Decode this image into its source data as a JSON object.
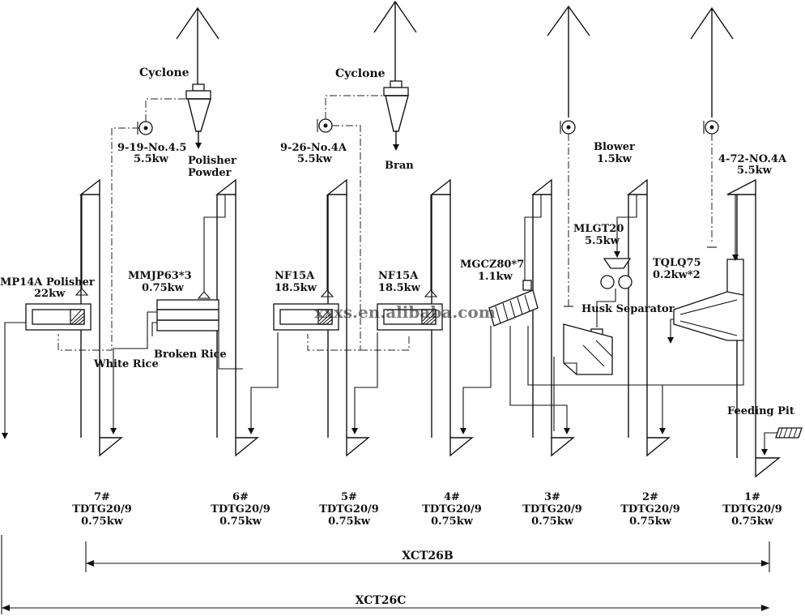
{
  "labels": {
    "cyclone_left": "Cyclone",
    "cyclone_mid": "Cyclone",
    "fan1_model": "9-19-No.4.5",
    "fan1_power": "5.5kw",
    "polisher_powder_1": "Polisher",
    "polisher_powder_2": "Powder",
    "fan2_model": "9-26-No.4A",
    "fan2_power": "5.5kw",
    "bran": "Bran",
    "blower": "Blower",
    "blower_power": "1.5kw",
    "fan4_model": "4-72-NO.4A",
    "fan4_power": "5.5kw",
    "mlgt_model": "MLGT20",
    "mlgt_power": "5.5kw",
    "tqlq_model": "TQLQ75",
    "tqlq_power": "0.2kw*2",
    "mgcz_model": "MGCZ80*7",
    "mgcz_power": "1.1kw",
    "husk_separator": "Husk Separator",
    "mp14a_model": "MP14A Polisher",
    "mp14a_power": "22kw",
    "mmjp_model": "MMJP63*3",
    "mmjp_power": "0.75kw",
    "nf15a_1_model": "NF15A",
    "nf15a_1_power": "18.5kw",
    "nf15a_2_model": "NF15A",
    "nf15a_2_power": "18.5kw",
    "white_rice": "White Rice",
    "broken_rice": "Broken Rice",
    "feeding_pit": "Feeding Pit",
    "xct26b": "XCT26B",
    "xct26c": "XCT26C",
    "watermark": "xxxs.en.alibaba.com"
  },
  "elevators": [
    {
      "num": "7#",
      "model": "TDTG20/9",
      "power": "0.75kw"
    },
    {
      "num": "6#",
      "model": "TDTG20/9",
      "power": "0.75kw"
    },
    {
      "num": "5#",
      "model": "TDTG20/9",
      "power": "0.75kw"
    },
    {
      "num": "4#",
      "model": "TDTG20/9",
      "power": "0.75kw"
    },
    {
      "num": "3#",
      "model": "TDTG20/9",
      "power": "0.75kw"
    },
    {
      "num": "2#",
      "model": "TDTG20/9",
      "power": "0.75kw"
    },
    {
      "num": "1#",
      "model": "TDTG20/9",
      "power": "0.75kw"
    }
  ]
}
